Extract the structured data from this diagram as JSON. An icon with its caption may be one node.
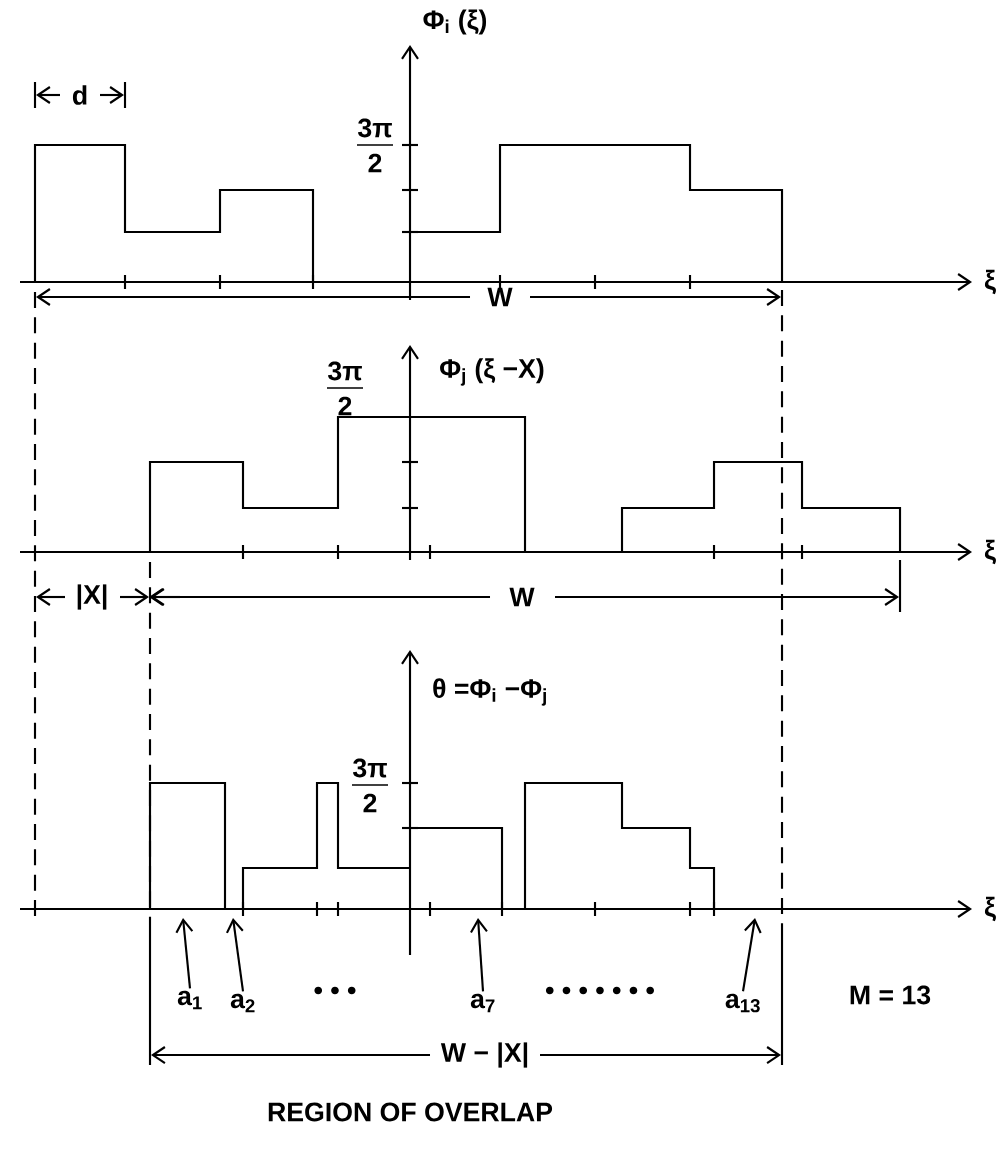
{
  "diagram": {
    "nodes": [
      {
        "text": [
          "a$_{1}$"
        ]
      },
      {
        "text": [
          "a$_{2}$"
        ]
      },
      {
        "text": [
          "a$_{7}$"
        ]
      },
      {
        "text": [
          "a$_{13}$"
        ]
      }
    ],
    "edges": [
      {
        "from": 0,
        "to": null,
        "arrow": "to"
      },
      {
        "from": 1,
        "to": null,
        "arrow": "to"
      },
      {
        "from": 2,
        "to": null,
        "arrow": "to"
      },
      {
        "from": 3,
        "to": null,
        "arrow": "to"
      }
    ],
    "labels": [
      "Φ$_{i}$ (ξ)",
      "d",
      "3π",
      "2",
      "ξ",
      "W",
      "3π",
      "2",
      "Φ$_{j}$ (ξ −X)",
      "ξ",
      "|X|",
      "W",
      "θ =Φ$_{i}$ −Φ$_{j}$",
      "3π",
      "2",
      "ξ",
      "• • •",
      "• • • • • • •",
      "M = 13",
      "W − |X|",
      "REGION OF OVERLAP"
    ]
  }
}
